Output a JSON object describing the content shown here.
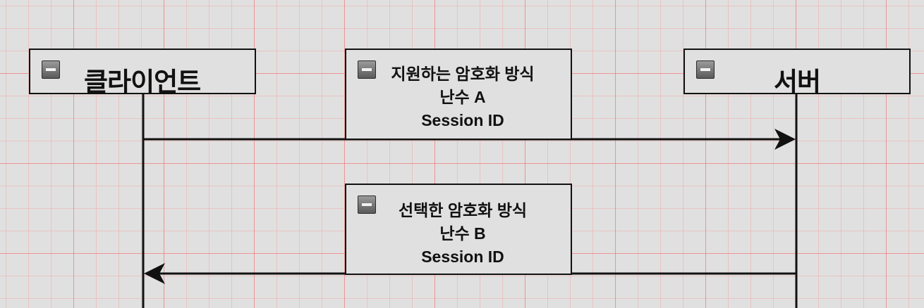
{
  "participants": {
    "client": {
      "label": "클라이언트",
      "icon": "minimize-icon"
    },
    "server": {
      "label": "서버",
      "icon": "minimize-icon"
    }
  },
  "messages": [
    {
      "direction": "client-to-server",
      "icon": "minimize-icon",
      "lines": [
        "지원하는 암호화 방식",
        "난수 A",
        "Session ID"
      ]
    },
    {
      "direction": "server-to-client",
      "icon": "minimize-icon",
      "lines": [
        "선택한 암호화 방식",
        "난수 B",
        "Session ID"
      ]
    }
  ],
  "colors": {
    "background": "#e0e0e0",
    "grid_major": "#f06e6e",
    "grid_minor": "#f5a0a0",
    "stroke": "#111111"
  }
}
